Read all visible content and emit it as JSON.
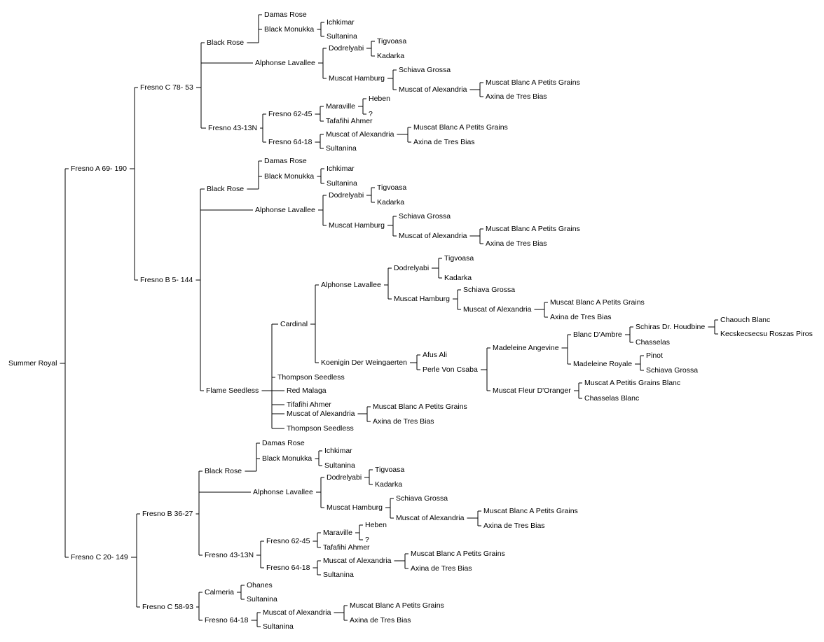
{
  "tree": {
    "name": "Summer Royal",
    "children": [
      {
        "name": "Fresno A 69- 190",
        "children": [
          {
            "name": "Fresno C 78- 53",
            "children": [
              {
                "name": "Black Rose",
                "children": [
                  {
                    "name": "Damas Rose"
                  },
                  {
                    "name": "Black Monukka",
                    "children": [
                      {
                        "name": "Ichkimar"
                      },
                      {
                        "name": "Sultanina"
                      }
                    ]
                  }
                ]
              },
              {
                "name": "Alphonse Lavallee",
                "children": [
                  {
                    "name": "Dodrelyabi",
                    "children": [
                      {
                        "name": "Tigvoasa"
                      },
                      {
                        "name": "Kadarka"
                      }
                    ]
                  },
                  {
                    "name": "Muscat Hamburg",
                    "children": [
                      {
                        "name": "Schiava Grossa"
                      },
                      {
                        "name": "Muscat of Alexandria",
                        "children": [
                          {
                            "name": "Muscat Blanc A Petits Grains"
                          },
                          {
                            "name": "Axina de Tres Bias"
                          }
                        ]
                      }
                    ]
                  }
                ]
              },
              {
                "name": "Fresno 43-13N",
                "children": [
                  {
                    "name": "Fresno 62-45",
                    "children": [
                      {
                        "name": "Maraville",
                        "children": [
                          {
                            "name": "Heben"
                          },
                          {
                            "name": "?"
                          }
                        ]
                      },
                      {
                        "name": "Tafafihi Ahmer"
                      }
                    ]
                  },
                  {
                    "name": "Fresno 64-18",
                    "children": [
                      {
                        "name": "Muscat of Alexandria",
                        "children": [
                          {
                            "name": "Muscat Blanc A Petits Grains"
                          },
                          {
                            "name": "Axina de Tres Bias"
                          }
                        ]
                      },
                      {
                        "name": "Sultanina"
                      }
                    ]
                  }
                ]
              }
            ]
          },
          {
            "name": "Fresno B 5- 144",
            "children": [
              {
                "name": "Black Rose",
                "children": [
                  {
                    "name": "Damas Rose"
                  },
                  {
                    "name": "Black Monukka",
                    "children": [
                      {
                        "name": "Ichkimar"
                      },
                      {
                        "name": "Sultanina"
                      }
                    ]
                  }
                ]
              },
              {
                "name": "Alphonse Lavallee",
                "children": [
                  {
                    "name": "Dodrelyabi",
                    "children": [
                      {
                        "name": "Tigvoasa"
                      },
                      {
                        "name": "Kadarka"
                      }
                    ]
                  },
                  {
                    "name": "Muscat Hamburg",
                    "children": [
                      {
                        "name": "Schiava Grossa"
                      },
                      {
                        "name": "Muscat of Alexandria",
                        "children": [
                          {
                            "name": "Muscat Blanc A Petits Grains"
                          },
                          {
                            "name": "Axina de Tres Bias"
                          }
                        ]
                      }
                    ]
                  }
                ]
              },
              {
                "name": "Flame Seedless",
                "children": [
                  {
                    "name": "Cardinal",
                    "children": [
                      {
                        "name": "Alphonse Lavallee",
                        "children": [
                          {
                            "name": "Dodrelyabi",
                            "children": [
                              {
                                "name": "Tigvoasa"
                              },
                              {
                                "name": "Kadarka"
                              }
                            ]
                          },
                          {
                            "name": "Muscat Hamburg",
                            "children": [
                              {
                                "name": "Schiava Grossa"
                              },
                              {
                                "name": "Muscat of Alexandria",
                                "children": [
                                  {
                                    "name": "Muscat Blanc A Petits Grains"
                                  },
                                  {
                                    "name": "Axina de Tres Bias"
                                  }
                                ]
                              }
                            ]
                          }
                        ]
                      },
                      {
                        "name": "Koenigin Der Weingaerten",
                        "children": [
                          {
                            "name": "Afus Ali"
                          },
                          {
                            "name": "Perle Von Csaba",
                            "children": [
                              {
                                "name": "Madeleine Angevine",
                                "children": [
                                  {
                                    "name": "Blanc D'Ambre",
                                    "children": [
                                      {
                                        "name": "Schiras Dr. Houdbine",
                                        "children": [
                                          {
                                            "name": "Chaouch Blanc"
                                          },
                                          {
                                            "name": "Kecskecsecsu Roszas Piros"
                                          }
                                        ]
                                      },
                                      {
                                        "name": "Chasselas"
                                      }
                                    ]
                                  },
                                  {
                                    "name": "Madeleine Royale",
                                    "children": [
                                      {
                                        "name": "Pinot"
                                      },
                                      {
                                        "name": "Schiava Grossa"
                                      }
                                    ]
                                  }
                                ]
                              },
                              {
                                "name": "Muscat Fleur D'Oranger",
                                "children": [
                                  {
                                    "name": "Muscat A Petitis Grains Blanc"
                                  },
                                  {
                                    "name": "Chasselas Blanc"
                                  }
                                ]
                              }
                            ]
                          }
                        ]
                      }
                    ]
                  },
                  {
                    "name": "Thompson Seedless"
                  },
                  {
                    "name": "Red Malaga"
                  },
                  {
                    "name": "Tifafihi Ahmer"
                  },
                  {
                    "name": "Muscat of Alexandria",
                    "children": [
                      {
                        "name": "Muscat Blanc A Petits Grains"
                      },
                      {
                        "name": "Axina de Tres Bias"
                      }
                    ]
                  },
                  {
                    "name": "Thompson Seedless"
                  }
                ]
              }
            ]
          }
        ]
      },
      {
        "name": "Fresno C 20- 149",
        "children": [
          {
            "name": "Fresno B 36-27",
            "children": [
              {
                "name": "Black Rose",
                "children": [
                  {
                    "name": "Damas Rose"
                  },
                  {
                    "name": "Black Monukka",
                    "children": [
                      {
                        "name": "Ichkimar"
                      },
                      {
                        "name": "Sultanina"
                      }
                    ]
                  }
                ]
              },
              {
                "name": "Alphonse Lavallee",
                "children": [
                  {
                    "name": "Dodrelyabi",
                    "children": [
                      {
                        "name": "Tigvoasa"
                      },
                      {
                        "name": "Kadarka"
                      }
                    ]
                  },
                  {
                    "name": "Muscat Hamburg",
                    "children": [
                      {
                        "name": "Schiava Grossa"
                      },
                      {
                        "name": "Muscat of Alexandria",
                        "children": [
                          {
                            "name": "Muscat Blanc A Petits Grains"
                          },
                          {
                            "name": "Axina de Tres Bias"
                          }
                        ]
                      }
                    ]
                  }
                ]
              },
              {
                "name": "Fresno 43-13N",
                "children": [
                  {
                    "name": "Fresno 62-45",
                    "children": [
                      {
                        "name": "Maraville",
                        "children": [
                          {
                            "name": "Heben"
                          },
                          {
                            "name": "?"
                          }
                        ]
                      },
                      {
                        "name": "Tafafihi Ahmer"
                      }
                    ]
                  },
                  {
                    "name": "Fresno 64-18",
                    "children": [
                      {
                        "name": "Muscat of Alexandria",
                        "children": [
                          {
                            "name": "Muscat Blanc A Petits Grains"
                          },
                          {
                            "name": "Axina de Tres Bias"
                          }
                        ]
                      },
                      {
                        "name": "Sultanina"
                      }
                    ]
                  }
                ]
              }
            ]
          },
          {
            "name": "Fresno C 58-93",
            "children": [
              {
                "name": "Calmeria",
                "children": [
                  {
                    "name": "Ohanes"
                  },
                  {
                    "name": "Sultanina"
                  }
                ]
              },
              {
                "name": "Fresno 64-18",
                "children": [
                  {
                    "name": "Muscat of Alexandria",
                    "children": [
                      {
                        "name": "Muscat Blanc A Petits Grains"
                      },
                      {
                        "name": "Axina de Tres Bias"
                      }
                    ]
                  },
                  {
                    "name": "Sultanina"
                  }
                ]
              }
            ]
          }
        ]
      }
    ]
  }
}
